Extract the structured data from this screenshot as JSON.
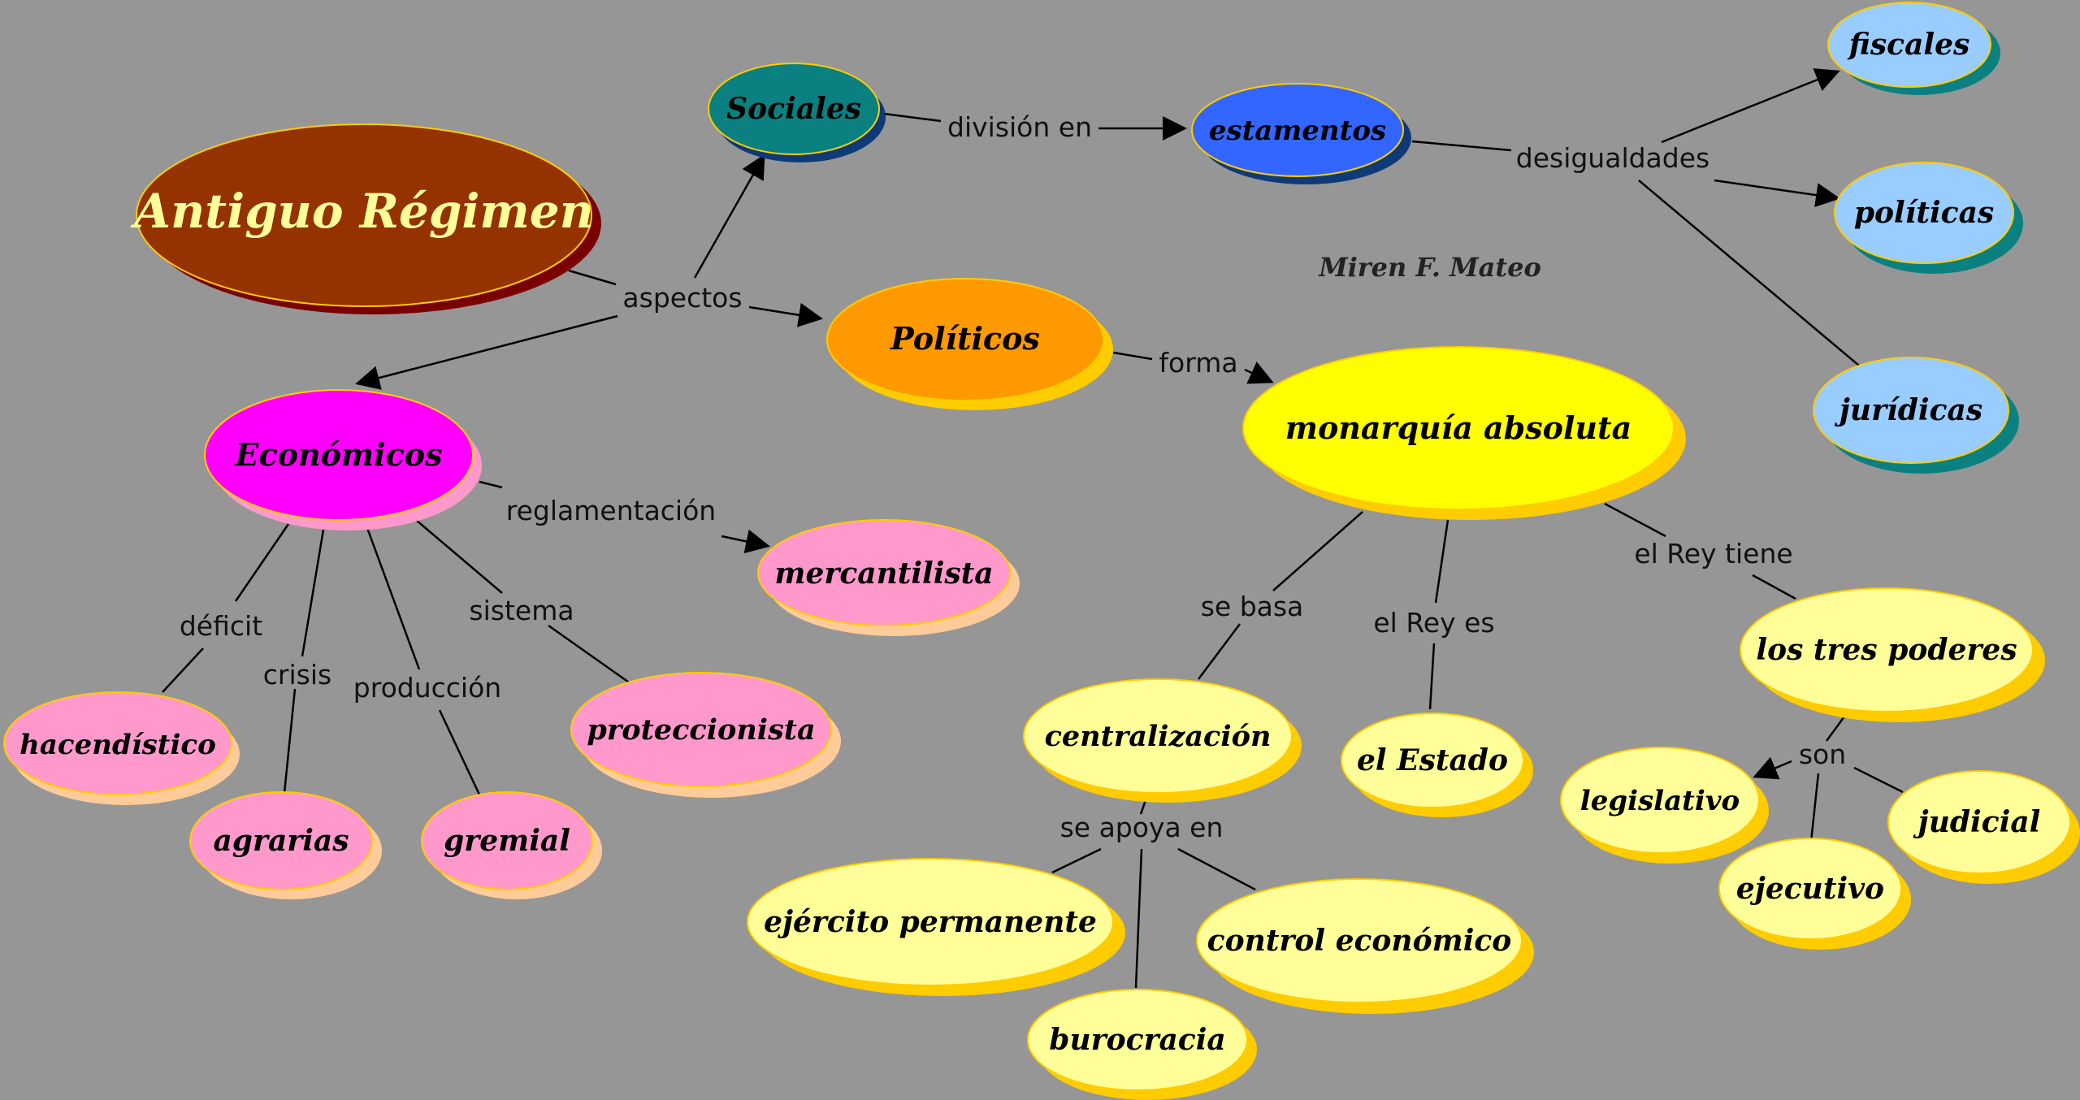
{
  "author": "Miren F. Mateo",
  "colors": {
    "background": "#969696",
    "line": "#000000",
    "brown": "#943200",
    "teal": "#0a8080",
    "blue": "#3366ff",
    "orange": "#ff9900",
    "magenta": "#ff00ff",
    "yellow": "#ffff00",
    "pink": "#ff99cc",
    "lightyellow": "#ffff99",
    "lightblue": "#99ccff"
  },
  "nodes": {
    "antiguo_regimen": "Antiguo Régimen",
    "sociales": "Sociales",
    "estamentos": "estamentos",
    "fiscales": "fiscales",
    "politicas": "políticas",
    "juridicas": "jurídicas",
    "politicos": "Políticos",
    "monarquia": "monarquía absoluta",
    "economicos": "Económicos",
    "mercantilista": "mercantilista",
    "hacendistico": "hacendístico",
    "agrarias": "agrarias",
    "gremial": "gremial",
    "proteccionista": "proteccionista",
    "centralizacion": "centralización",
    "el_estado": "el Estado",
    "tres_poderes": "los tres poderes",
    "legislativo": "legislativo",
    "judicial": "judicial",
    "ejecutivo": "ejecutivo",
    "ejercito": "ejército permanente",
    "control": "control económico",
    "burocracia": "burocracia"
  },
  "links": {
    "aspectos": "aspectos",
    "division_en": "división en",
    "desigualdades": "desigualdades",
    "forma": "forma",
    "reglamentacion": "reglamentación",
    "deficit": "déficit",
    "crisis": "crisis",
    "produccion": "producción",
    "sistema": "sistema",
    "se_basa": "se basa",
    "el_rey_es": "el Rey  es",
    "el_rey_tiene": "el Rey tiene",
    "son": "son",
    "se_apoya_en": "se apoya en"
  }
}
